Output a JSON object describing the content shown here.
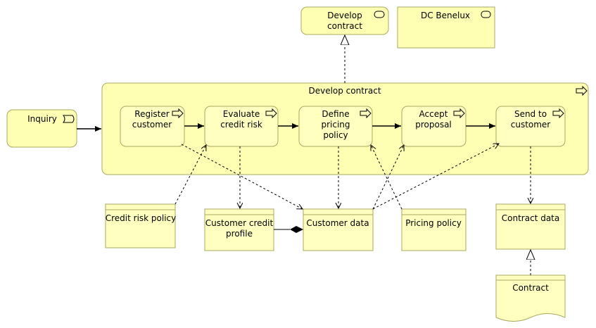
{
  "service": {
    "line1": "Develop",
    "line2": "contract"
  },
  "actor": {
    "label": "DC Benelux"
  },
  "main_process": {
    "label": "Develop contract"
  },
  "event": {
    "label": "Inquiry"
  },
  "steps": [
    {
      "line1": "Register",
      "line2": "customer",
      "line3": ""
    },
    {
      "line1": "Evaluate",
      "line2": "credit risk",
      "line3": ""
    },
    {
      "line1": "Define",
      "line2": "pricing",
      "line3": "policy"
    },
    {
      "line1": "Accept",
      "line2": "proposal",
      "line3": ""
    },
    {
      "line1": "Send to",
      "line2": "customer",
      "line3": ""
    }
  ],
  "objects": {
    "credit_risk_policy": {
      "line1": "Credit risk policy",
      "line2": ""
    },
    "customer_credit_profile": {
      "line1": "Customer credit",
      "line2": "profile"
    },
    "customer_data": {
      "line1": "Customer data",
      "line2": ""
    },
    "pricing_policy": {
      "line1": "Pricing policy",
      "line2": ""
    },
    "contract_data": {
      "line1": "Contract data",
      "line2": ""
    }
  },
  "representation": {
    "label": "Contract"
  }
}
